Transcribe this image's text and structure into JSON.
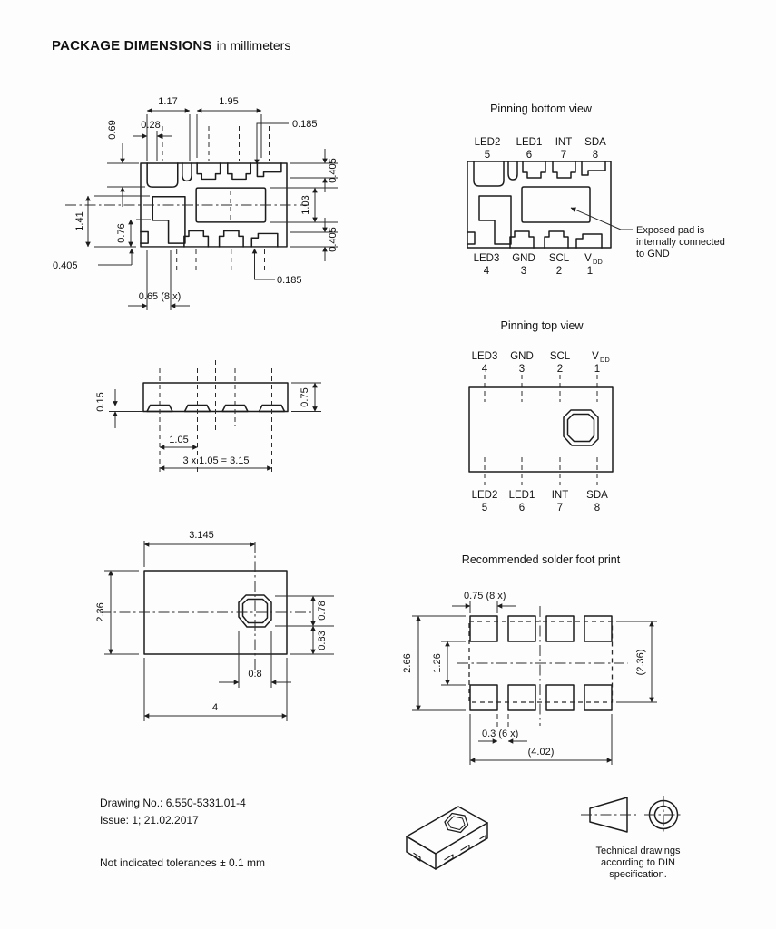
{
  "page": {
    "title": "PACKAGE DIMENSIONS",
    "title_suffix": "in millimeters"
  },
  "bottom_view": {
    "d117": "1.17",
    "d195": "1.95",
    "d069": "0.69",
    "d028": "0.28",
    "d0185_top": "0.185",
    "d0405_rt": "0.405",
    "d103": "1.03",
    "d0405_rb": "0.405",
    "d141": "1.41",
    "d076": "0.76",
    "d0405_bl": "0.405",
    "d0185_bot": "0.185",
    "d065": "0.65 (8 x)"
  },
  "pinning_bottom": {
    "title": "Pinning bottom view",
    "pins_top": [
      {
        "name": "LED2",
        "num": "5"
      },
      {
        "name": "LED1",
        "num": "6"
      },
      {
        "name": "INT",
        "num": "7"
      },
      {
        "name": "SDA",
        "num": "8"
      }
    ],
    "pins_bottom": [
      {
        "name": "LED3",
        "num": "4"
      },
      {
        "name": "GND",
        "num": "3"
      },
      {
        "name": "SCL",
        "num": "2"
      },
      {
        "name": "V",
        "sub": "DD",
        "num": "1"
      }
    ],
    "note": [
      "Exposed pad is",
      "internally connected",
      "to GND"
    ]
  },
  "side_view": {
    "d015": "0.15",
    "d075": "0.75",
    "d105": "1.05",
    "d315": "3 x 1.05 = 3.15"
  },
  "pinning_top": {
    "title": "Pinning top view",
    "pins_top": [
      {
        "name": "LED3",
        "num": "4"
      },
      {
        "name": "GND",
        "num": "3"
      },
      {
        "name": "SCL",
        "num": "2"
      },
      {
        "name": "V",
        "sub": "DD",
        "num": "1"
      }
    ],
    "pins_bottom": [
      {
        "name": "LED2",
        "num": "5"
      },
      {
        "name": "LED1",
        "num": "6"
      },
      {
        "name": "INT",
        "num": "7"
      },
      {
        "name": "SDA",
        "num": "8"
      }
    ]
  },
  "top_view": {
    "d3145": "3.145",
    "d236": "2.36",
    "d078": "0.78",
    "d083": "0.83",
    "d08": "0.8",
    "d4": "4"
  },
  "footprint": {
    "title": "Recommended solder foot print",
    "d075": "0.75 (8 x)",
    "d266": "2.66",
    "d126": "1.26",
    "d236": "(2.36)",
    "d03": "0.3 (6 x)",
    "d402": "(4.02)"
  },
  "footer": {
    "drawing_no": "Drawing No.: 6.550-5331.01-4",
    "issue": "Issue: 1;  21.02.2017",
    "tolerance": "Not indicated tolerances ± 0.1 mm",
    "din": [
      "Technical drawings",
      "according to DIN",
      "specification."
    ]
  }
}
